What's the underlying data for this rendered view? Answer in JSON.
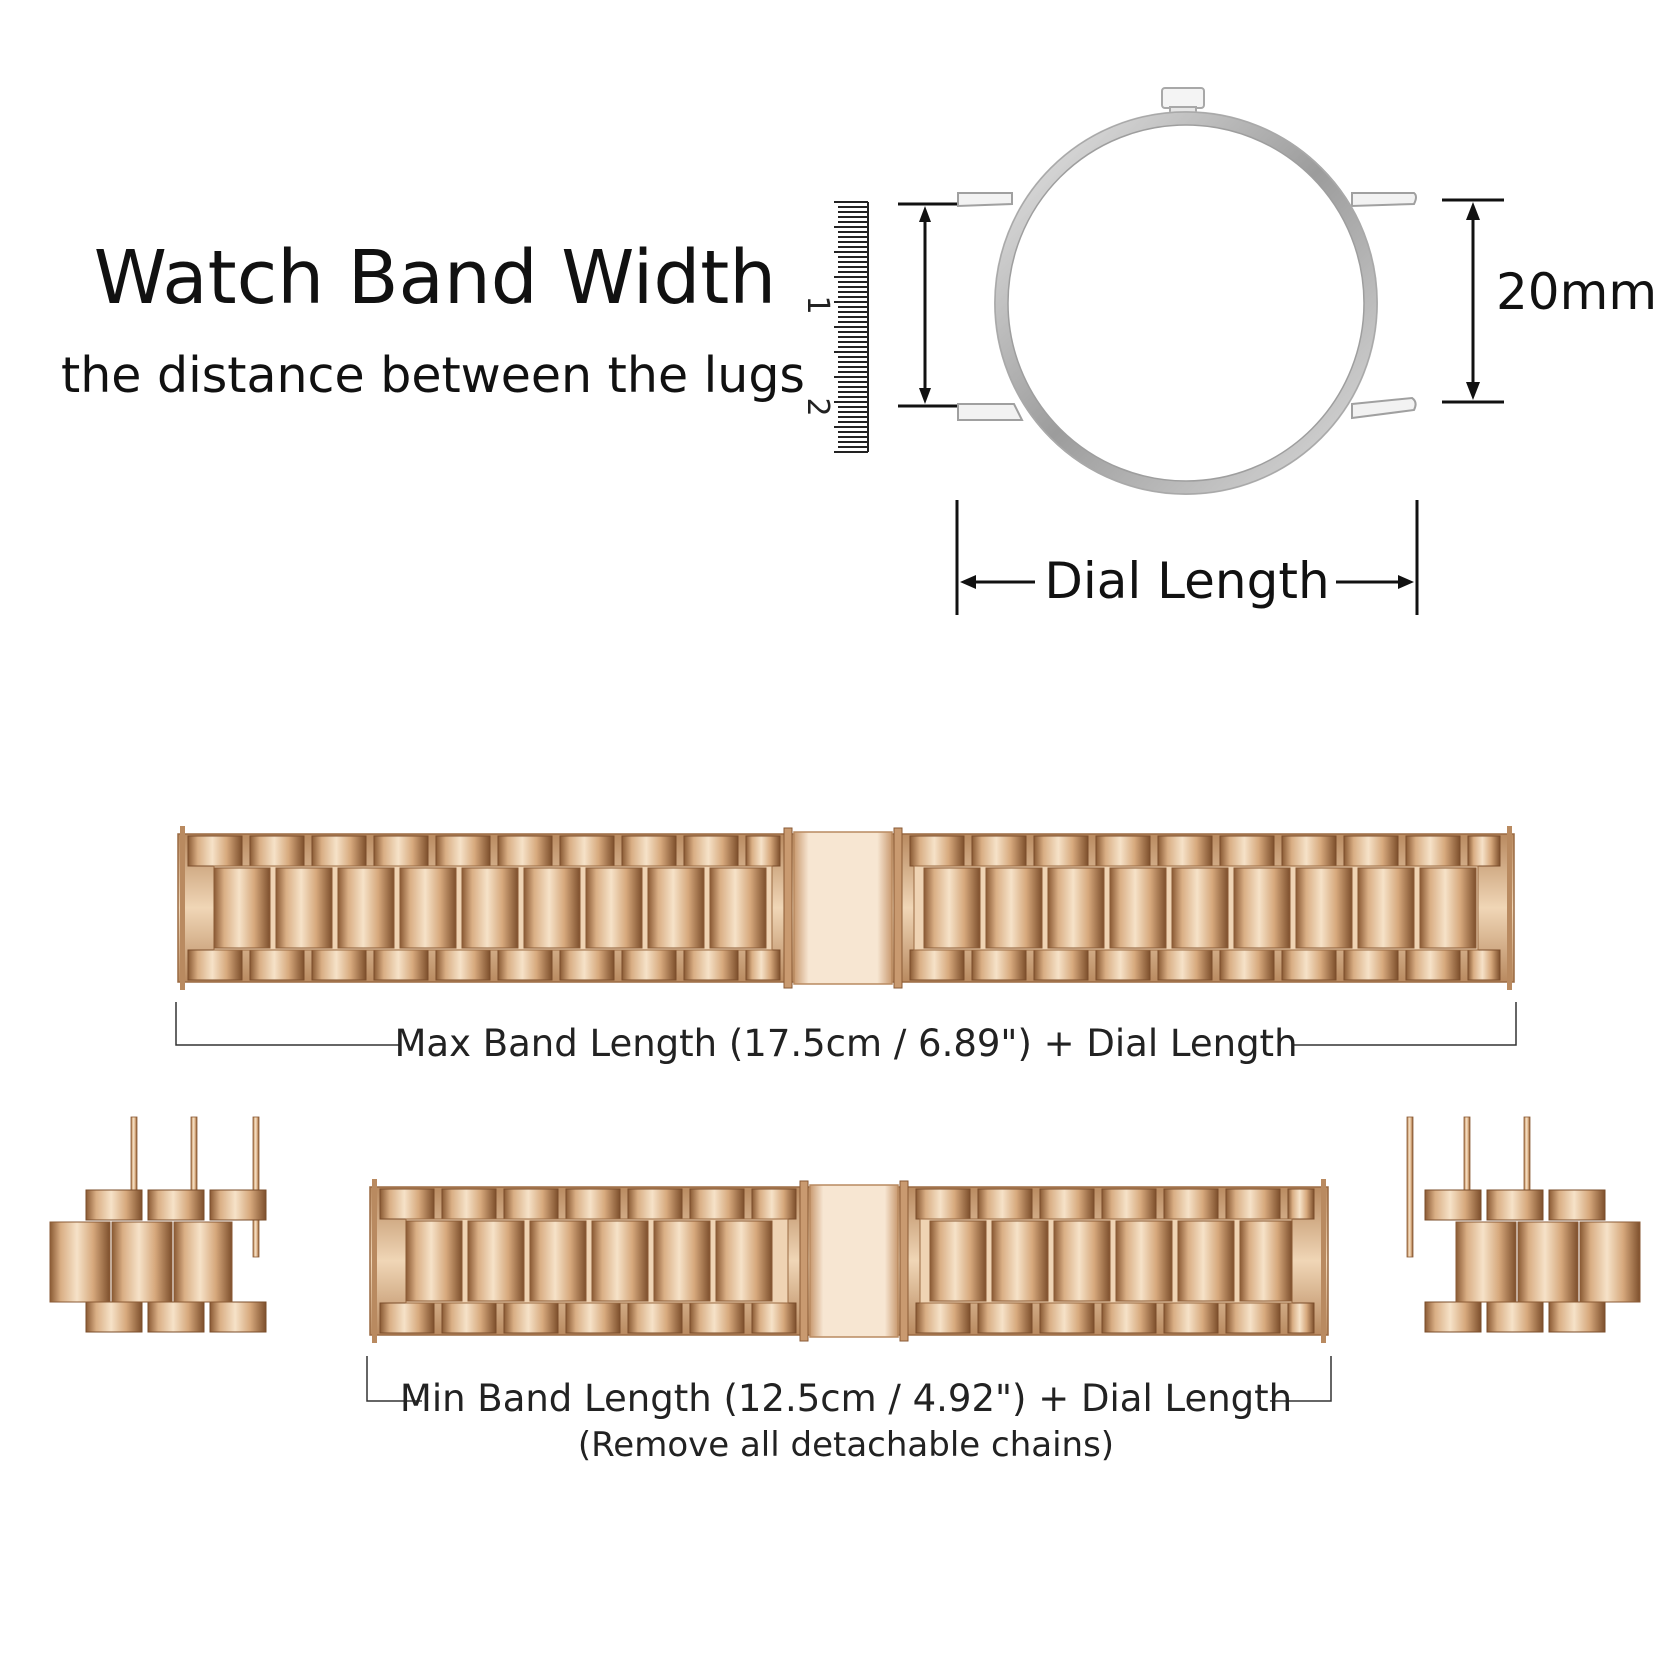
{
  "heading": {
    "title": "Watch Band Width",
    "subtitle": "the distance between the lugs"
  },
  "watch_diagram": {
    "ruler_labels": [
      "1",
      "2"
    ],
    "width_label": "20mm",
    "dial_label": "Dial Length"
  },
  "max_band": {
    "caption": "Max Band Length (17.5cm / 6.89\") + Dial Length"
  },
  "min_band": {
    "caption": "Min Band Length (12.5cm / 4.92\") + Dial Length",
    "note": "(Remove all detachable chains)"
  },
  "colors": {
    "rose_gold_light": "#f3dcc0",
    "rose_gold_mid": "#d9ae84",
    "rose_gold_dark": "#8a5a34",
    "steel": "#b8b8b8",
    "ink": "#111111"
  }
}
